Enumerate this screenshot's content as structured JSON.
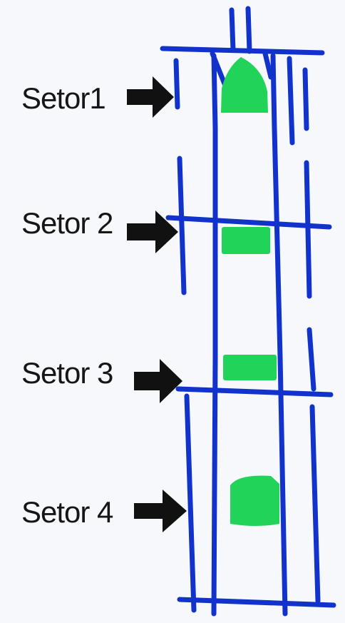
{
  "sectors": [
    {
      "label": "Setor1"
    },
    {
      "label": "Setor 2"
    },
    {
      "label": "Setor 3"
    },
    {
      "label": "Setor 4"
    }
  ],
  "colors": {
    "background": "#f7f8fc",
    "stroke": "#1133cc",
    "band": "#22d35a",
    "arrow": "#111111",
    "text": "#161616"
  }
}
